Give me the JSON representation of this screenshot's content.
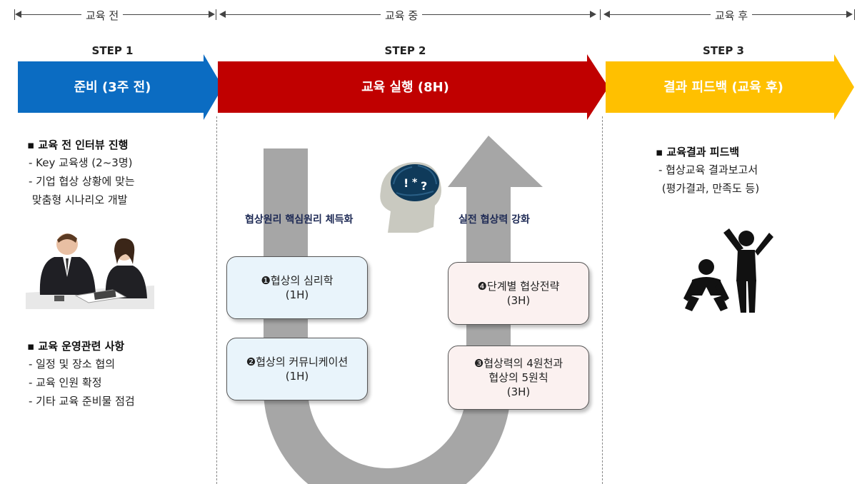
{
  "phases": [
    {
      "label": "교육 전"
    },
    {
      "label": "교육 중"
    },
    {
      "label": "교육 후"
    }
  ],
  "steps": [
    {
      "step": "STEP 1",
      "title": "준비 (3주 전)",
      "color": "#0b6cc2"
    },
    {
      "step": "STEP 2",
      "title": "교육 실행 (8H)",
      "color": "#c00000"
    },
    {
      "step": "STEP 3",
      "title": "결과 피드백 (교육 후)",
      "color": "#ffc000"
    }
  ],
  "left": {
    "section1": {
      "title": "▪ 교육 전 인터뷰 진행",
      "lines": [
        "- Key 교육생 (2~3명)",
        "- 기업 협상 상황에 맞는",
        " 맞춤형 시나리오 개발"
      ]
    },
    "section2": {
      "title": "▪ 교육 운영관련 사항",
      "lines": [
        "- 일정 및 장소 협의",
        "- 교육 인원 확정",
        "- 기타 교육 준비물 점검"
      ]
    }
  },
  "middle": {
    "caption_left": "협상원리 핵심원리 체득화",
    "caption_right": "실전 협상력 강화",
    "modules": [
      {
        "title": "❶협상의 심리학",
        "hours": "(1H)"
      },
      {
        "title": "❷협상의 커뮤니케이션",
        "hours": "(1H)"
      },
      {
        "title": "❸협상력의 4원천과",
        "title2": "협상의 5원칙",
        "hours": "(3H)"
      },
      {
        "title": "❹단계별 협상전략",
        "hours": "(3H)"
      }
    ],
    "brain_symbols": "! * ?"
  },
  "right": {
    "title": "▪ 교육결과 피드백",
    "lines": [
      "- 협상교육 결과보고서",
      " (평가결과, 만족도 등)"
    ]
  },
  "colors": {
    "u_arrow": "#a6a6a6",
    "accent_blue": "#0b6cc2",
    "accent_red": "#c00000",
    "accent_yellow": "#ffc000"
  }
}
